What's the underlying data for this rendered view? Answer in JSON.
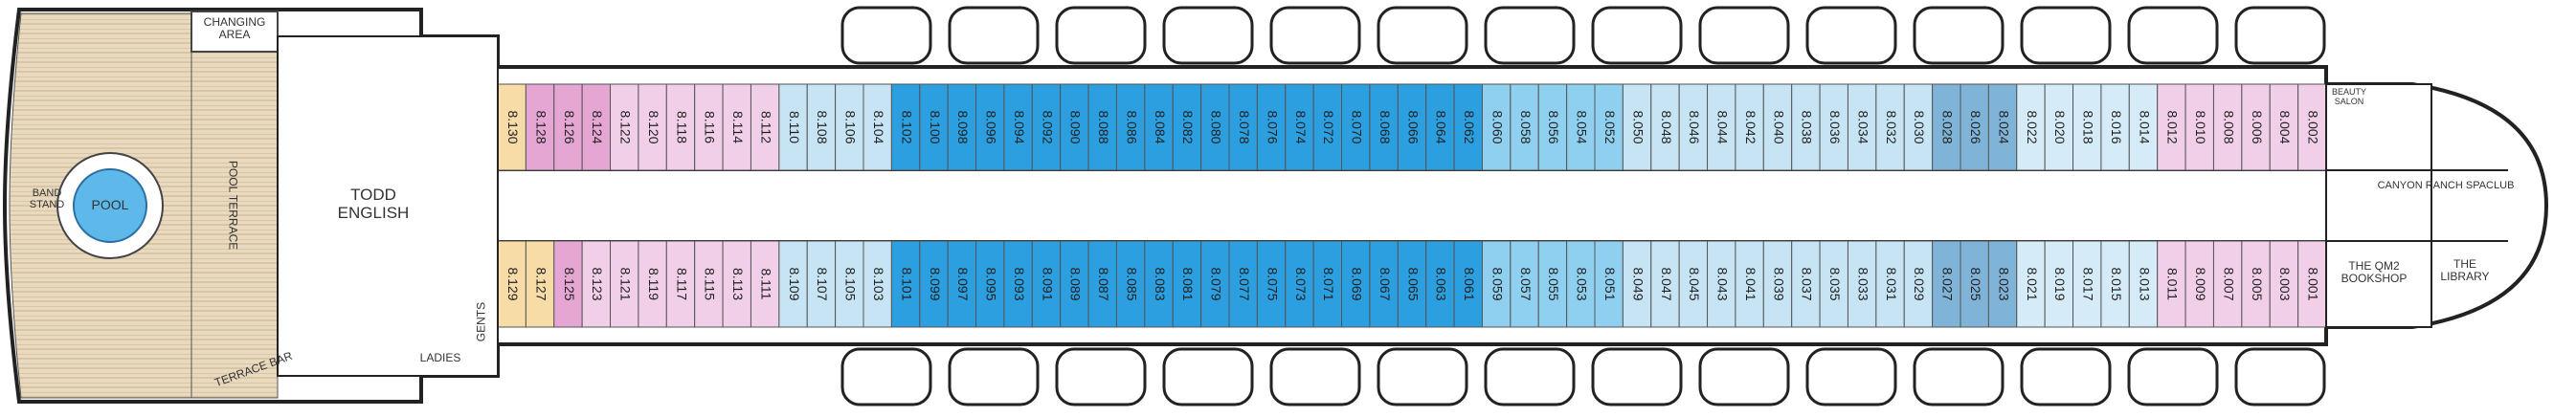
{
  "labels": {
    "changing_area": "CHANGING\nAREA",
    "pool": "POOL",
    "band_stand": "BAND\nSTAND",
    "pool_terrace": "POOL TERRACE",
    "todd_english": "TODD\nENGLISH",
    "gents": "GENTS",
    "ladies": "LADIES",
    "terrace_bar": "TERRACE BAR",
    "beauty_salon": "BEAUTY\nSALON",
    "canyon_ranch": "CANYON RANCH SPACLUB",
    "bookshop": "THE QM2\nBOOKSHOP",
    "library": "THE\nLIBRARY"
  },
  "legend_colors": {
    "yellow": "#f7dca8",
    "pink": "#e6a6d4",
    "light_pink": "#f1cfe8",
    "light_blue": "#c6e4f4",
    "mid_blue": "#8fd0f0",
    "dark_blue": "#2b9fe0",
    "steel_blue": "#7fb4d8",
    "pale_blue": "#d5ecf8"
  },
  "cabins_top": [
    {
      "id": "8.130",
      "c": "yellow"
    },
    {
      "id": "8.128",
      "c": "pink"
    },
    {
      "id": "8.126",
      "c": "pink"
    },
    {
      "id": "8.124",
      "c": "pink"
    },
    {
      "id": "8.122",
      "c": "light_pink"
    },
    {
      "id": "8.120",
      "c": "light_pink"
    },
    {
      "id": "8.118",
      "c": "light_pink"
    },
    {
      "id": "8.116",
      "c": "light_pink"
    },
    {
      "id": "8.114",
      "c": "light_pink"
    },
    {
      "id": "8.112",
      "c": "light_pink"
    },
    {
      "id": "8.110",
      "c": "light_blue"
    },
    {
      "id": "8.108",
      "c": "light_blue"
    },
    {
      "id": "8.106",
      "c": "light_blue"
    },
    {
      "id": "8.104",
      "c": "light_blue"
    },
    {
      "id": "8.102",
      "c": "dark_blue"
    },
    {
      "id": "8.100",
      "c": "dark_blue"
    },
    {
      "id": "8.098",
      "c": "dark_blue"
    },
    {
      "id": "8.096",
      "c": "dark_blue"
    },
    {
      "id": "8.094",
      "c": "dark_blue"
    },
    {
      "id": "8.092",
      "c": "dark_blue"
    },
    {
      "id": "8.090",
      "c": "dark_blue"
    },
    {
      "id": "8.088",
      "c": "dark_blue"
    },
    {
      "id": "8.086",
      "c": "dark_blue"
    },
    {
      "id": "8.084",
      "c": "dark_blue"
    },
    {
      "id": "8.082",
      "c": "dark_blue"
    },
    {
      "id": "8.080",
      "c": "dark_blue"
    },
    {
      "id": "8.078",
      "c": "dark_blue"
    },
    {
      "id": "8.076",
      "c": "dark_blue"
    },
    {
      "id": "8.074",
      "c": "dark_blue"
    },
    {
      "id": "8.072",
      "c": "dark_blue"
    },
    {
      "id": "8.070",
      "c": "dark_blue"
    },
    {
      "id": "8.068",
      "c": "dark_blue"
    },
    {
      "id": "8.066",
      "c": "dark_blue"
    },
    {
      "id": "8.064",
      "c": "dark_blue"
    },
    {
      "id": "8.062",
      "c": "dark_blue"
    },
    {
      "id": "8.060",
      "c": "mid_blue"
    },
    {
      "id": "8.058",
      "c": "mid_blue"
    },
    {
      "id": "8.056",
      "c": "mid_blue"
    },
    {
      "id": "8.054",
      "c": "mid_blue"
    },
    {
      "id": "8.052",
      "c": "mid_blue"
    },
    {
      "id": "8.050",
      "c": "light_blue"
    },
    {
      "id": "8.048",
      "c": "light_blue"
    },
    {
      "id": "8.046",
      "c": "light_blue"
    },
    {
      "id": "8.044",
      "c": "light_blue"
    },
    {
      "id": "8.042",
      "c": "light_blue"
    },
    {
      "id": "8.040",
      "c": "light_blue"
    },
    {
      "id": "8.038",
      "c": "light_blue"
    },
    {
      "id": "8.036",
      "c": "light_blue"
    },
    {
      "id": "8.034",
      "c": "light_blue"
    },
    {
      "id": "8.032",
      "c": "light_blue"
    },
    {
      "id": "8.030",
      "c": "light_blue"
    },
    {
      "id": "8.028",
      "c": "steel_blue"
    },
    {
      "id": "8.026",
      "c": "steel_blue"
    },
    {
      "id": "8.024",
      "c": "steel_blue"
    },
    {
      "id": "8.022",
      "c": "pale_blue"
    },
    {
      "id": "8.020",
      "c": "pale_blue"
    },
    {
      "id": "8.018",
      "c": "pale_blue"
    },
    {
      "id": "8.016",
      "c": "pale_blue"
    },
    {
      "id": "8.014",
      "c": "pale_blue"
    },
    {
      "id": "8.012",
      "c": "light_pink"
    },
    {
      "id": "8.010",
      "c": "light_pink"
    },
    {
      "id": "8.008",
      "c": "light_pink"
    },
    {
      "id": "8.006",
      "c": "light_pink"
    },
    {
      "id": "8.004",
      "c": "light_pink"
    },
    {
      "id": "8.002",
      "c": "light_pink"
    }
  ],
  "cabins_bottom": [
    {
      "id": "8.129",
      "c": "yellow"
    },
    {
      "id": "8.127",
      "c": "yellow"
    },
    {
      "id": "8.125",
      "c": "pink"
    },
    {
      "id": "8.123",
      "c": "light_pink"
    },
    {
      "id": "8.121",
      "c": "light_pink"
    },
    {
      "id": "8.119",
      "c": "light_pink"
    },
    {
      "id": "8.117",
      "c": "light_pink"
    },
    {
      "id": "8.115",
      "c": "light_pink"
    },
    {
      "id": "8.113",
      "c": "light_pink"
    },
    {
      "id": "8.111",
      "c": "light_pink"
    },
    {
      "id": "8.109",
      "c": "light_blue"
    },
    {
      "id": "8.107",
      "c": "light_blue"
    },
    {
      "id": "8.105",
      "c": "light_blue"
    },
    {
      "id": "8.103",
      "c": "light_blue"
    },
    {
      "id": "8.101",
      "c": "dark_blue"
    },
    {
      "id": "8.099",
      "c": "dark_blue"
    },
    {
      "id": "8.097",
      "c": "dark_blue"
    },
    {
      "id": "8.095",
      "c": "dark_blue"
    },
    {
      "id": "8.093",
      "c": "dark_blue"
    },
    {
      "id": "8.091",
      "c": "dark_blue"
    },
    {
      "id": "8.089",
      "c": "dark_blue"
    },
    {
      "id": "8.087",
      "c": "dark_blue"
    },
    {
      "id": "8.085",
      "c": "dark_blue"
    },
    {
      "id": "8.083",
      "c": "dark_blue"
    },
    {
      "id": "8.081",
      "c": "dark_blue"
    },
    {
      "id": "8.079",
      "c": "dark_blue"
    },
    {
      "id": "8.077",
      "c": "dark_blue"
    },
    {
      "id": "8.075",
      "c": "dark_blue"
    },
    {
      "id": "8.073",
      "c": "dark_blue"
    },
    {
      "id": "8.071",
      "c": "dark_blue"
    },
    {
      "id": "8.069",
      "c": "dark_blue"
    },
    {
      "id": "8.067",
      "c": "dark_blue"
    },
    {
      "id": "8.065",
      "c": "dark_blue"
    },
    {
      "id": "8.063",
      "c": "dark_blue"
    },
    {
      "id": "8.061",
      "c": "dark_blue"
    },
    {
      "id": "8.059",
      "c": "mid_blue"
    },
    {
      "id": "8.057",
      "c": "mid_blue"
    },
    {
      "id": "8.055",
      "c": "mid_blue"
    },
    {
      "id": "8.053",
      "c": "mid_blue"
    },
    {
      "id": "8.051",
      "c": "mid_blue"
    },
    {
      "id": "8.049",
      "c": "light_blue"
    },
    {
      "id": "8.047",
      "c": "light_blue"
    },
    {
      "id": "8.045",
      "c": "light_blue"
    },
    {
      "id": "8.043",
      "c": "light_blue"
    },
    {
      "id": "8.041",
      "c": "light_blue"
    },
    {
      "id": "8.039",
      "c": "light_blue"
    },
    {
      "id": "8.037",
      "c": "light_blue"
    },
    {
      "id": "8.035",
      "c": "light_blue"
    },
    {
      "id": "8.033",
      "c": "light_blue"
    },
    {
      "id": "8.031",
      "c": "light_blue"
    },
    {
      "id": "8.029",
      "c": "light_blue"
    },
    {
      "id": "8.027",
      "c": "steel_blue"
    },
    {
      "id": "8.025",
      "c": "steel_blue"
    },
    {
      "id": "8.023",
      "c": "steel_blue"
    },
    {
      "id": "8.021",
      "c": "pale_blue"
    },
    {
      "id": "8.019",
      "c": "pale_blue"
    },
    {
      "id": "8.017",
      "c": "pale_blue"
    },
    {
      "id": "8.015",
      "c": "pale_blue"
    },
    {
      "id": "8.013",
      "c": "pale_blue"
    },
    {
      "id": "8.011",
      "c": "light_pink"
    },
    {
      "id": "8.009",
      "c": "light_pink"
    },
    {
      "id": "8.007",
      "c": "light_pink"
    },
    {
      "id": "8.005",
      "c": "light_pink"
    },
    {
      "id": "8.003",
      "c": "light_pink"
    },
    {
      "id": "8.001",
      "c": "light_pink"
    }
  ]
}
